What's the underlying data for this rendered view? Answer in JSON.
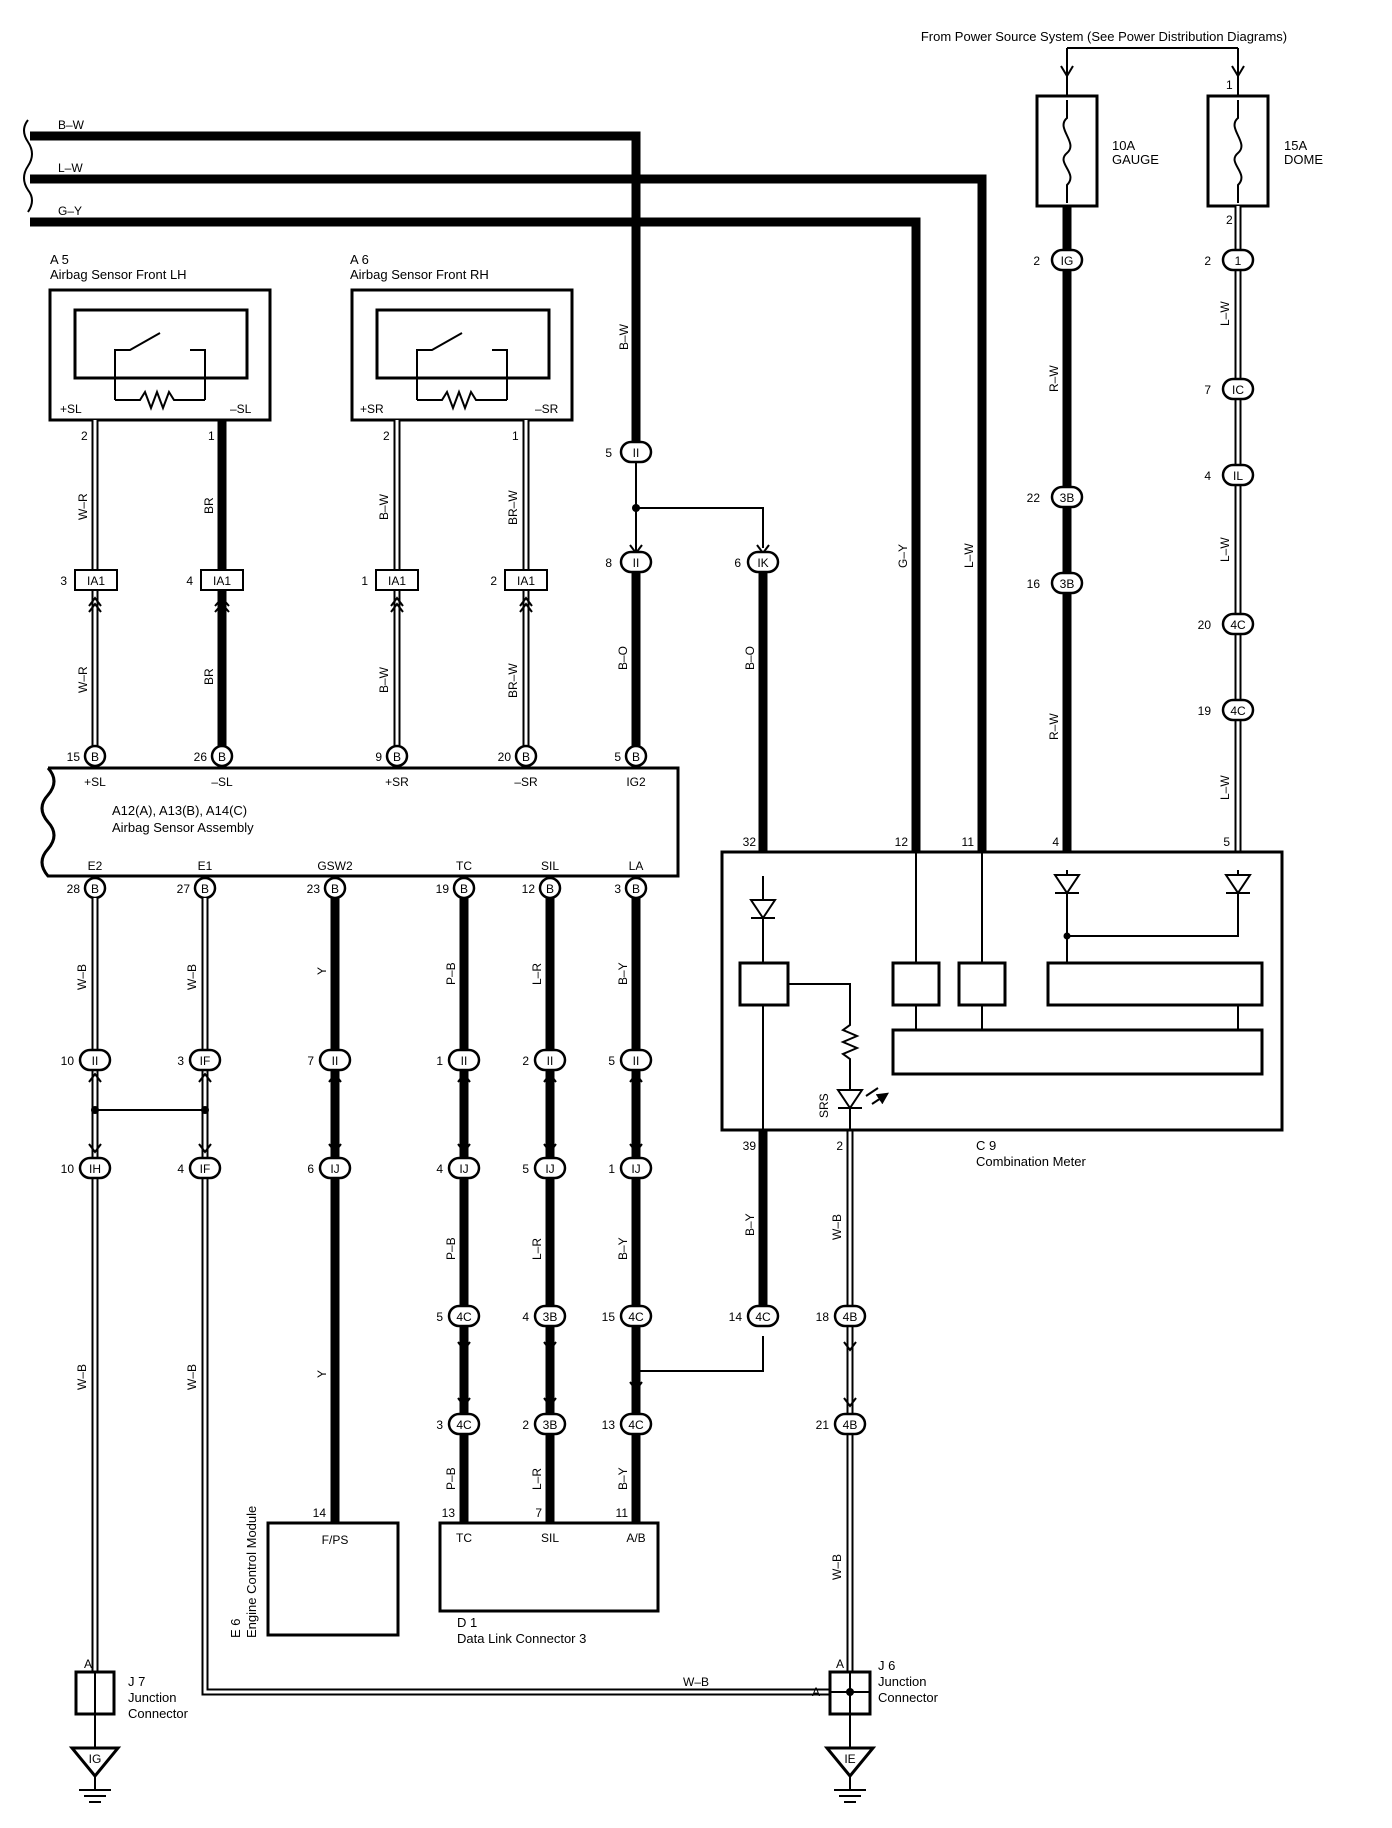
{
  "header": {
    "power_source": "From Power Source System (See Power Distribution Diagrams)"
  },
  "bus_wires": {
    "bw": "B–W",
    "lw": "L–W",
    "gy": "G–Y"
  },
  "fuses": {
    "gauge": {
      "amp": "10A",
      "name": "GAUGE"
    },
    "dome": {
      "amp": "15A",
      "name": "DOME",
      "pin_top": "1",
      "pin_bottom": "2"
    }
  },
  "sensors": {
    "lh": {
      "id": "A 5",
      "name": "Airbag Sensor Front LH",
      "pin_plus": "+SL",
      "pin_minus": "–SL",
      "pin_plus_no": "2",
      "pin_minus_no": "1"
    },
    "rh": {
      "id": "A 6",
      "name": "Airbag Sensor Front RH",
      "pin_plus": "+SR",
      "pin_minus": "–SR",
      "pin_plus_no": "2",
      "pin_minus_no": "1"
    }
  },
  "assembly": {
    "id": "A12(A), A13(B), A14(C)",
    "name": "Airbag Sensor Assembly",
    "top_pins": [
      "+SL",
      "–SL",
      "+SR",
      "–SR",
      "IG2"
    ],
    "top_nums": [
      "15",
      "26",
      "9",
      "20",
      "5"
    ],
    "bottom_pins": [
      "E2",
      "E1",
      "GSW2",
      "TC",
      "SIL",
      "LA"
    ],
    "bottom_nums": [
      "28",
      "27",
      "23",
      "19",
      "12",
      "3"
    ]
  },
  "meter": {
    "id": "C 9",
    "name": "Combination Meter",
    "srs": "SRS",
    "pins": [
      "32",
      "12",
      "11",
      "4",
      "5",
      "39",
      "2"
    ]
  },
  "ecm": {
    "id": "E 6",
    "name": "Engine Control Module",
    "pin": "F/PS",
    "pin_no": "14"
  },
  "dlc": {
    "id": "D 1",
    "name": "Data Link Connector 3",
    "pins": [
      "TC",
      "SIL",
      "A/B"
    ],
    "pin_nos": [
      "13",
      "7",
      "11"
    ]
  },
  "j7": {
    "id": "J 7",
    "name1": "Junction",
    "name2": "Connector",
    "pin": "A",
    "ground": "IG"
  },
  "j6": {
    "id": "J 6",
    "name1": "Junction",
    "name2": "Connector",
    "pin": "A",
    "ground": "IE"
  },
  "wire_colors": {
    "wr": "W–R",
    "br": "BR",
    "bw": "B–W",
    "brw": "BR–W",
    "bo": "B–O",
    "gy": "G–Y",
    "lw": "L–W",
    "rw": "R–W",
    "wb": "W–B",
    "y": "Y",
    "pb": "P–B",
    "lr": "L–R",
    "by": "B–Y"
  },
  "connectors": {
    "ia1": "IA1",
    "b": "B",
    "ii": "II",
    "ik": "IK",
    "if": "IF",
    "ih": "IH",
    "ij": "IJ",
    "c4c": "4C",
    "c3b": "3B",
    "c4b": "4B",
    "ig": "IG",
    "ic": "IC",
    "il": "IL",
    "one": "1"
  },
  "pin_numbers": {
    "ia1_lh": [
      "3",
      "4"
    ],
    "ia1_rh": [
      "1",
      "2"
    ],
    "ig2_ii_top": "5",
    "ig2_ii_bot": "8",
    "ik": "6",
    "gauge_ig": "2",
    "gauge_3b_a": "22",
    "gauge_3b_b": "16",
    "dome_1": "2",
    "dome_ic": "7",
    "dome_il": "4",
    "dome_4c_a": "20",
    "dome_4c_b": "19",
    "row_ii": [
      "10",
      "3",
      "7",
      "1",
      "2",
      "5"
    ],
    "row_ij": [
      "10",
      "4",
      "6",
      "4",
      "5",
      "1"
    ],
    "row_4c_a": [
      "5",
      "4",
      "15",
      "14",
      "18"
    ],
    "row_4c_b": [
      "3",
      "2",
      "13",
      "21"
    ]
  }
}
